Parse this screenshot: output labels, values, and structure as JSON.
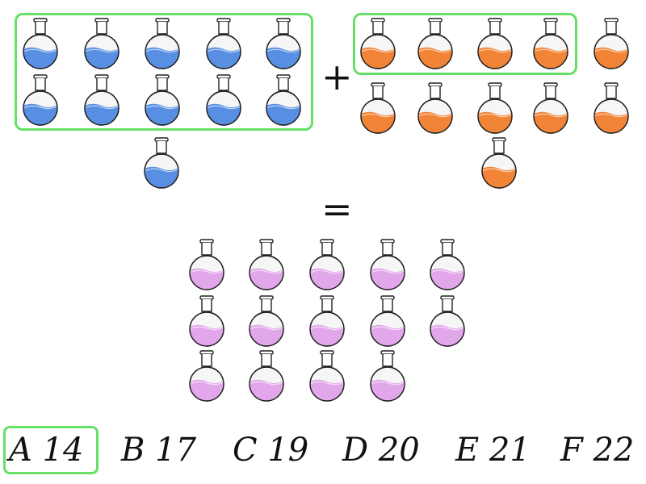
{
  "colors": {
    "blue": "#4a86e0",
    "orange": "#f07a25",
    "pink": "#e0a0e8",
    "highlight": "#66e066"
  },
  "operators": {
    "plus": "+",
    "equals": "="
  },
  "groups": {
    "blue": {
      "count": 11,
      "boxed": 10
    },
    "orange": {
      "count": 11,
      "boxed": 4
    },
    "pink": {
      "count": 14
    }
  },
  "options": [
    {
      "letter": "A",
      "value": "14",
      "selected": true
    },
    {
      "letter": "B",
      "value": "17",
      "selected": false
    },
    {
      "letter": "C",
      "value": "19",
      "selected": false
    },
    {
      "letter": "D",
      "value": "20",
      "selected": false
    },
    {
      "letter": "E",
      "value": "21",
      "selected": false
    },
    {
      "letter": "F",
      "value": "22",
      "selected": false
    }
  ]
}
